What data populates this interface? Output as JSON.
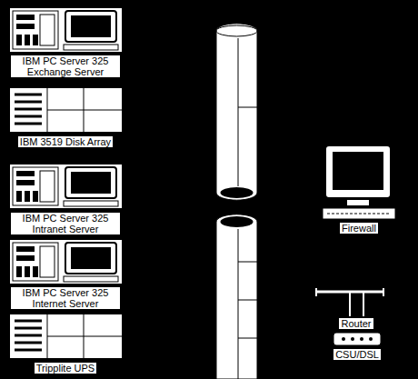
{
  "diagram": {
    "nodes": [
      {
        "text": [
          "IBM PC Server 325 Exchange Server"
        ]
      },
      {
        "text": [
          "IBM 3519 Disk Array"
        ]
      },
      {
        "text": [
          "IBM PC Server 325 Intranet Server"
        ]
      },
      {
        "text": [
          "IBM PC Server 325 Internet Server"
        ]
      },
      {
        "text": [
          "Tripplite UPS"
        ]
      },
      {
        "text": [
          "Firewall"
        ]
      },
      {
        "text": [
          "Router"
        ]
      },
      {
        "text": [
          "CSU/DSL"
        ]
      }
    ]
  }
}
